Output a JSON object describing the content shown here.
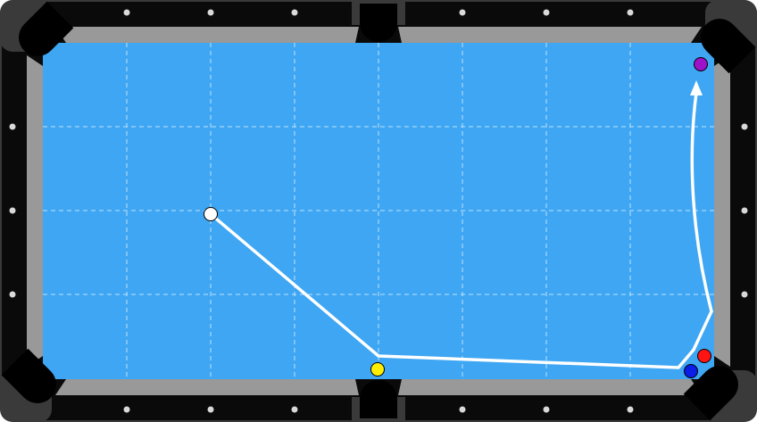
{
  "colors": {
    "rail": "#0a0a0a",
    "rail_outer": "#3a3a3a",
    "cushion": "#999999",
    "felt": "#3ea6f2",
    "grid": "#d6ecff",
    "diamond": "#d9d9d9",
    "pocket": "#000000",
    "path": "#ffffff"
  },
  "pockets": [
    "top-left-pocket",
    "top-middle-pocket",
    "top-right-pocket",
    "bottom-left-pocket",
    "bottom-middle-pocket",
    "bottom-right-pocket"
  ],
  "balls": [
    {
      "name": "cue-ball",
      "color": "#ffffff"
    },
    {
      "name": "yellow-ball",
      "color": "#ffee00"
    },
    {
      "name": "red-ball",
      "color": "#ff1414"
    },
    {
      "name": "blue-ball",
      "color": "#0a1ee6"
    },
    {
      "name": "purple-ball",
      "color": "#9c12c8"
    }
  ],
  "shot_path": {
    "name": "cue-ball-path",
    "ends_with_arrow": true
  }
}
